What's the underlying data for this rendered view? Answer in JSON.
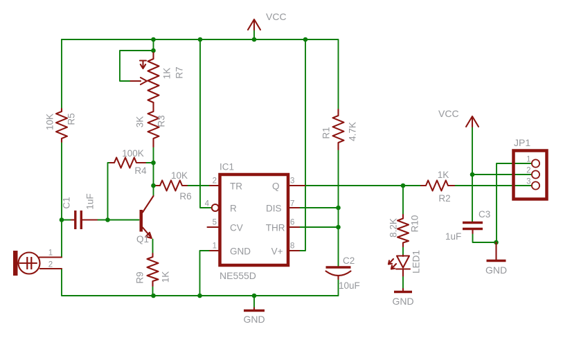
{
  "colors": {
    "wire_green": "#0b7e0b",
    "symbol_maroon": "#8c1410",
    "label_gray": "#95979b"
  },
  "power": {
    "vcc": "VCC",
    "gnd": "GND"
  },
  "ic1": {
    "name": "IC1",
    "value": "NE555D",
    "pins_left": [
      {
        "num": "2",
        "label": "TR"
      },
      {
        "num": "4",
        "label": "R"
      },
      {
        "num": "5",
        "label": "CV"
      },
      {
        "num": "1",
        "label": "GND"
      }
    ],
    "pins_right": [
      {
        "num": "3",
        "label": "Q"
      },
      {
        "num": "7",
        "label": "DIS"
      },
      {
        "num": "6",
        "label": "THR"
      },
      {
        "num": "8",
        "label": "V+"
      }
    ]
  },
  "resistors": {
    "r1": {
      "name": "R1",
      "value": "4.7K"
    },
    "r2": {
      "name": "R2",
      "value": "1K"
    },
    "r3": {
      "name": "R3",
      "value": "3K"
    },
    "r4": {
      "name": "R4",
      "value": "100K"
    },
    "r5": {
      "name": "R5",
      "value": "10K"
    },
    "r6": {
      "name": "R6",
      "value": "10K"
    },
    "r7": {
      "name": "R7",
      "value": "1K"
    },
    "r9": {
      "name": "R9",
      "value": "1K"
    },
    "r10": {
      "name": "R10",
      "value": "8.2K"
    }
  },
  "capacitors": {
    "c1": {
      "name": "C1",
      "value": "1uF"
    },
    "c2": {
      "name": "C2",
      "value": "10uF"
    },
    "c3": {
      "name": "C3",
      "value": "1uF"
    }
  },
  "transistor": {
    "name": "Q1"
  },
  "led": {
    "name": "LED1"
  },
  "microphone": {
    "pin1": "1",
    "pin2": "2"
  },
  "connector": {
    "name": "JP1",
    "pin1": "1",
    "pin2": "2",
    "pin3": "3"
  }
}
